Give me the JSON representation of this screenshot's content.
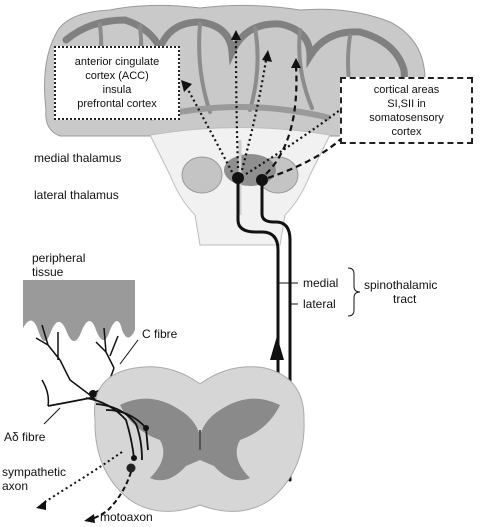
{
  "boxes": {
    "acc": {
      "lines": [
        "anterior cingulate",
        "cortex (ACC)",
        "insula",
        "prefrontal cortex"
      ]
    },
    "cortical": {
      "lines": [
        "cortical areas",
        "SI,SII in",
        "somatosensory",
        "cortex"
      ]
    }
  },
  "labels": {
    "medial_thalamus": "medial thalamus",
    "lateral_thalamus": "lateral thalamus",
    "peripheral_tissue": [
      "peripheral",
      "tissue"
    ],
    "c_fibre": "C fibre",
    "a_delta_fibre": "Aδ fibre",
    "sympathetic_axon": [
      "sympathetic",
      "axon"
    ],
    "motoaxon": "motoaxon",
    "medial": "medial",
    "lateral": "lateral",
    "spinothalamic_tract": [
      "spinothalamic",
      "tract"
    ]
  },
  "colors": {
    "gray_matter": "#8a8a8a",
    "white_matter": "#d4d4d4",
    "tissue": "#9a9a9a",
    "line": "#111111"
  }
}
